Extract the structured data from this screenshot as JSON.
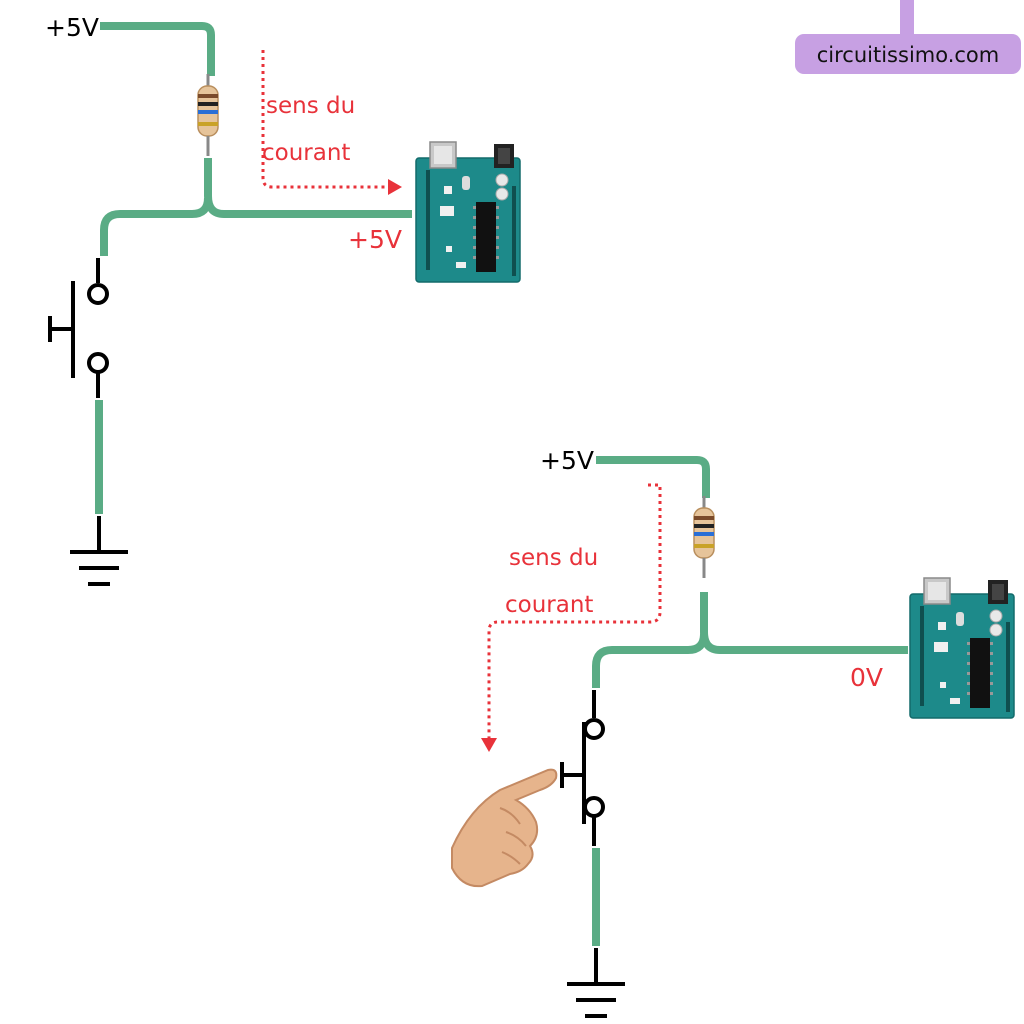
{
  "colors": {
    "wire": "#5aac85",
    "arrow": "#e8323a",
    "brand_bg": "#c7a0e3",
    "board": "#1d8a8a"
  },
  "brand": {
    "text": "circuitissimo.com"
  },
  "top_circuit": {
    "supply_label": "+5V",
    "current_label_line1": "sens du",
    "current_label_line2": "courant",
    "pin_voltage_label": "+5V",
    "components": [
      "resistor-icon",
      "push-button-icon",
      "ground-icon",
      "arduino-board-icon"
    ],
    "button_state": "released"
  },
  "bottom_circuit": {
    "supply_label": "+5V",
    "current_label_line1": "sens du",
    "current_label_line2": "courant",
    "pin_voltage_label": "0V",
    "components": [
      "resistor-icon",
      "push-button-icon",
      "ground-icon",
      "arduino-board-icon",
      "hand-pointer-icon"
    ],
    "button_state": "pressed"
  }
}
